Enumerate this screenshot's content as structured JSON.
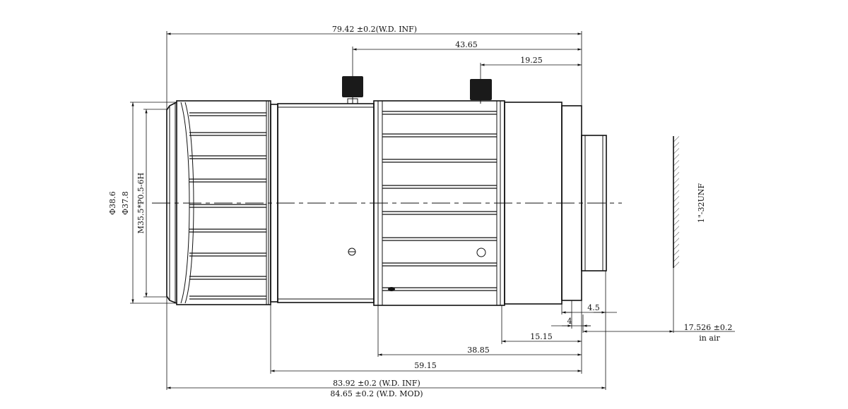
{
  "dimensions": {
    "total_length_inf": "79.42 ±0.2(W.D. INF)",
    "screw_to_mount": "43.65",
    "knob_to_mount": "19.25",
    "outer_diameter": "Φ38.6",
    "inner_diameter": "Φ37.8",
    "filter_thread": "M35.5*P0.5-6H",
    "mount_thread": "1\"-32UNF",
    "flange_4_5": "4.5",
    "flange_4": "4",
    "back_focus": "17.526 ±0.2",
    "back_focus_note": "in air",
    "rear_barrel": "15.15",
    "rear_ring_length": "38.85",
    "front_barrel_length": "59.15",
    "overall_inf": "83.92 ±0.2 (W.D. INF)",
    "overall_mod": "84.65 ±0.2 (W.D. MOD)"
  },
  "colors": {
    "line": "#111111",
    "knob": "#1a1a1a",
    "background": "#ffffff"
  }
}
